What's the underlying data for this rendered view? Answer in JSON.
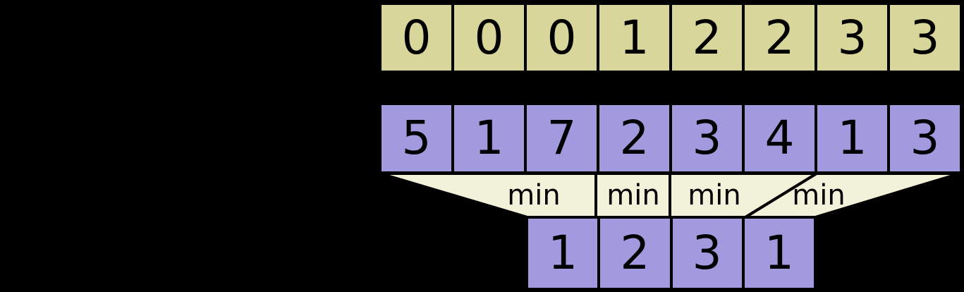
{
  "colors": {
    "background": "#000000",
    "block_index_fill": "#d8d69a",
    "array_fill": "#a29ade",
    "funnel_fill": "#f2f2da",
    "line": "#000000",
    "text": "#000000"
  },
  "rows": {
    "block_index": {
      "values": [
        "0",
        "0",
        "0",
        "1",
        "2",
        "2",
        "3",
        "3"
      ]
    },
    "array": {
      "values": [
        "5",
        "1",
        "7",
        "2",
        "3",
        "4",
        "1",
        "3"
      ]
    },
    "block_min": {
      "values": [
        "1",
        "2",
        "3",
        "1"
      ]
    }
  },
  "operations": {
    "labels": [
      "min",
      "min",
      "min",
      "min"
    ]
  }
}
